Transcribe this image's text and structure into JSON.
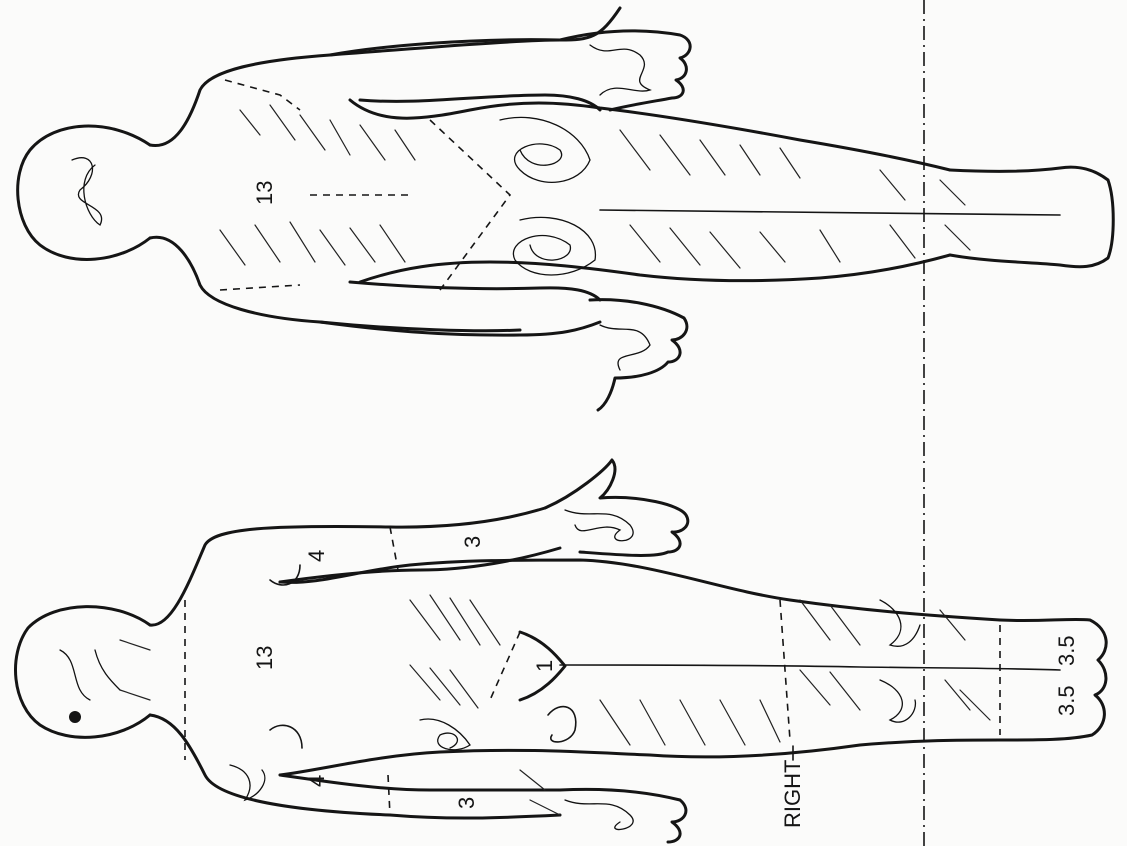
{
  "labels": {
    "posterior_figure": {
      "area_number": "13"
    },
    "anterior_figure": {
      "chest": "13",
      "upper_arm_right": "4",
      "upper_arm_left": "4",
      "forearm_right": "3",
      "forearm_left": "3",
      "genital": "1",
      "foot_right": "3.5",
      "foot_left": "3.5"
    },
    "side_marker": "RIGHT"
  }
}
